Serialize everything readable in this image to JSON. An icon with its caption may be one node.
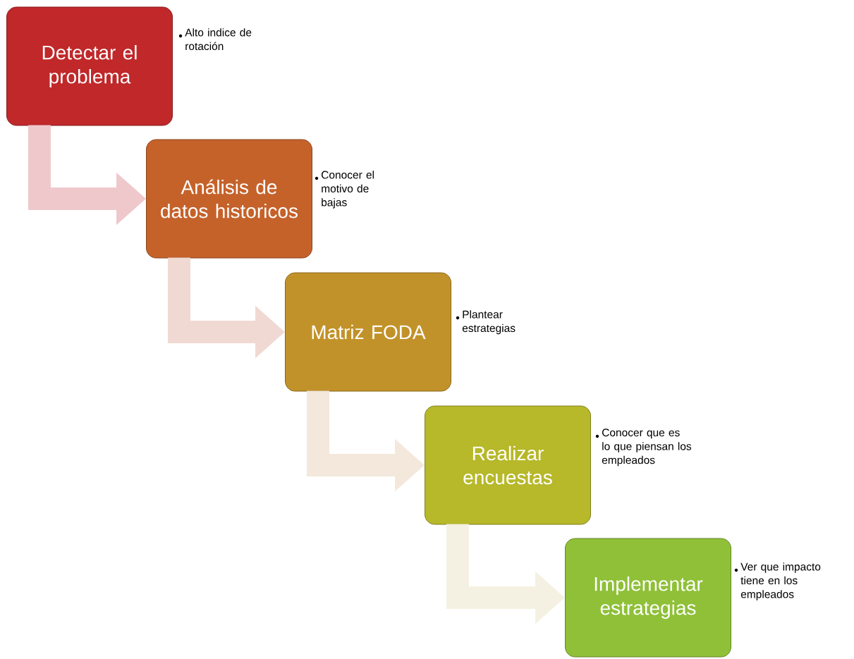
{
  "diagram": {
    "nodes": [
      {
        "text": [
          "Detectar el problema"
        ],
        "beside": [
          "Alto indice de rotación"
        ]
      },
      {
        "text": [
          "Análisis de datos historicos"
        ],
        "beside": [
          "Conocer el motivo de bajas"
        ]
      },
      {
        "text": [
          "Matriz FODA"
        ],
        "beside": [
          "Plantear estrategias"
        ]
      },
      {
        "text": [
          "Realizar encuestas"
        ],
        "beside": [
          "Conocer que es lo que piensan los empleados"
        ]
      },
      {
        "text": [
          "Implementar estrategias"
        ],
        "beside": [
          "Ver que impacto tiene en los empleados"
        ]
      }
    ],
    "edges": [
      {
        "from": 0,
        "to": 1,
        "arrow": "to"
      },
      {
        "from": 1,
        "to": 2,
        "arrow": "to"
      },
      {
        "from": 2,
        "to": 3,
        "arrow": "to"
      },
      {
        "from": 3,
        "to": 4,
        "arrow": "to"
      }
    ]
  }
}
